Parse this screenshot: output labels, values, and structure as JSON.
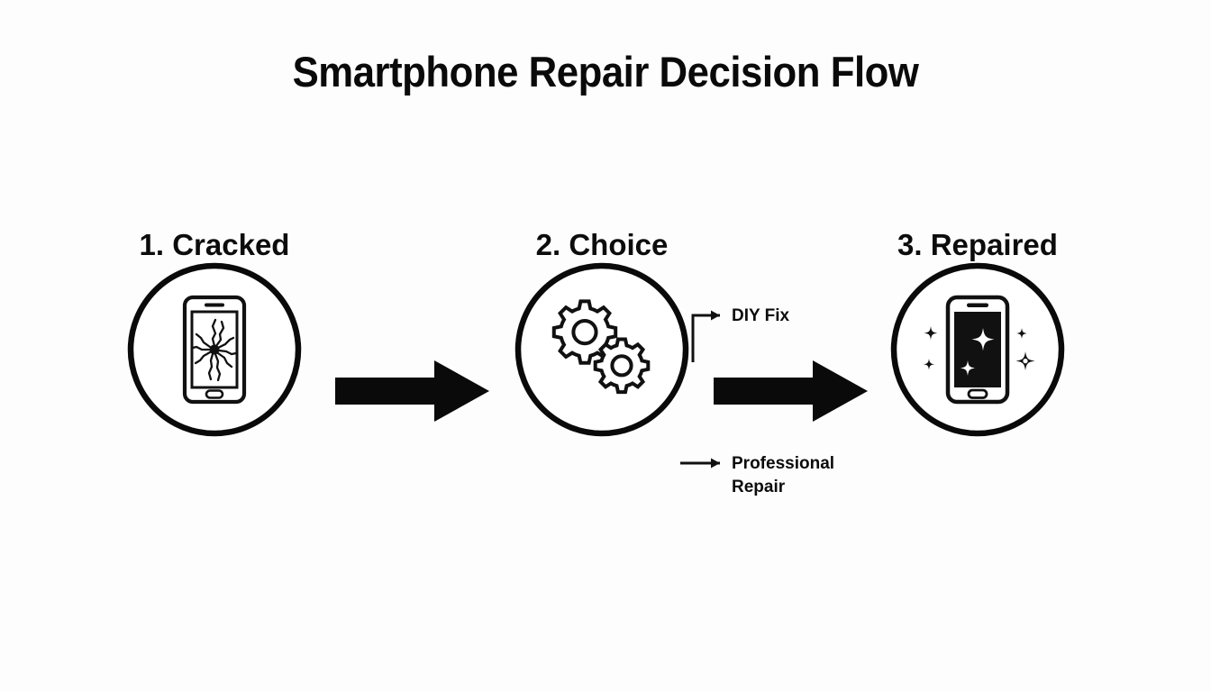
{
  "page": {
    "title": "Smartphone Repair Decision Flow",
    "background_color": "#fdfdfd",
    "ink_color": "#0a0a0a"
  },
  "steps": [
    {
      "label": "1. Cracked",
      "icon": "cracked-phone-icon",
      "description": "Phone outline with shattered screen"
    },
    {
      "label": "2. Choice",
      "icon": "gears-icon",
      "description": "Two interlocking gears"
    },
    {
      "label": "3. Repaired",
      "icon": "repaired-phone-icon",
      "description": "Phone with dark screen and sparkles"
    }
  ],
  "connectors": [
    {
      "name": "arrow-cracked-to-choice",
      "type": "block-arrow",
      "direction": "right"
    },
    {
      "name": "arrow-choice-to-repaired",
      "type": "block-arrow",
      "direction": "right"
    }
  ],
  "branches": [
    {
      "label": "DIY Fix",
      "type": "elbow-arrow"
    },
    {
      "label": "Professional Repair",
      "type": "straight-arrow"
    }
  ]
}
